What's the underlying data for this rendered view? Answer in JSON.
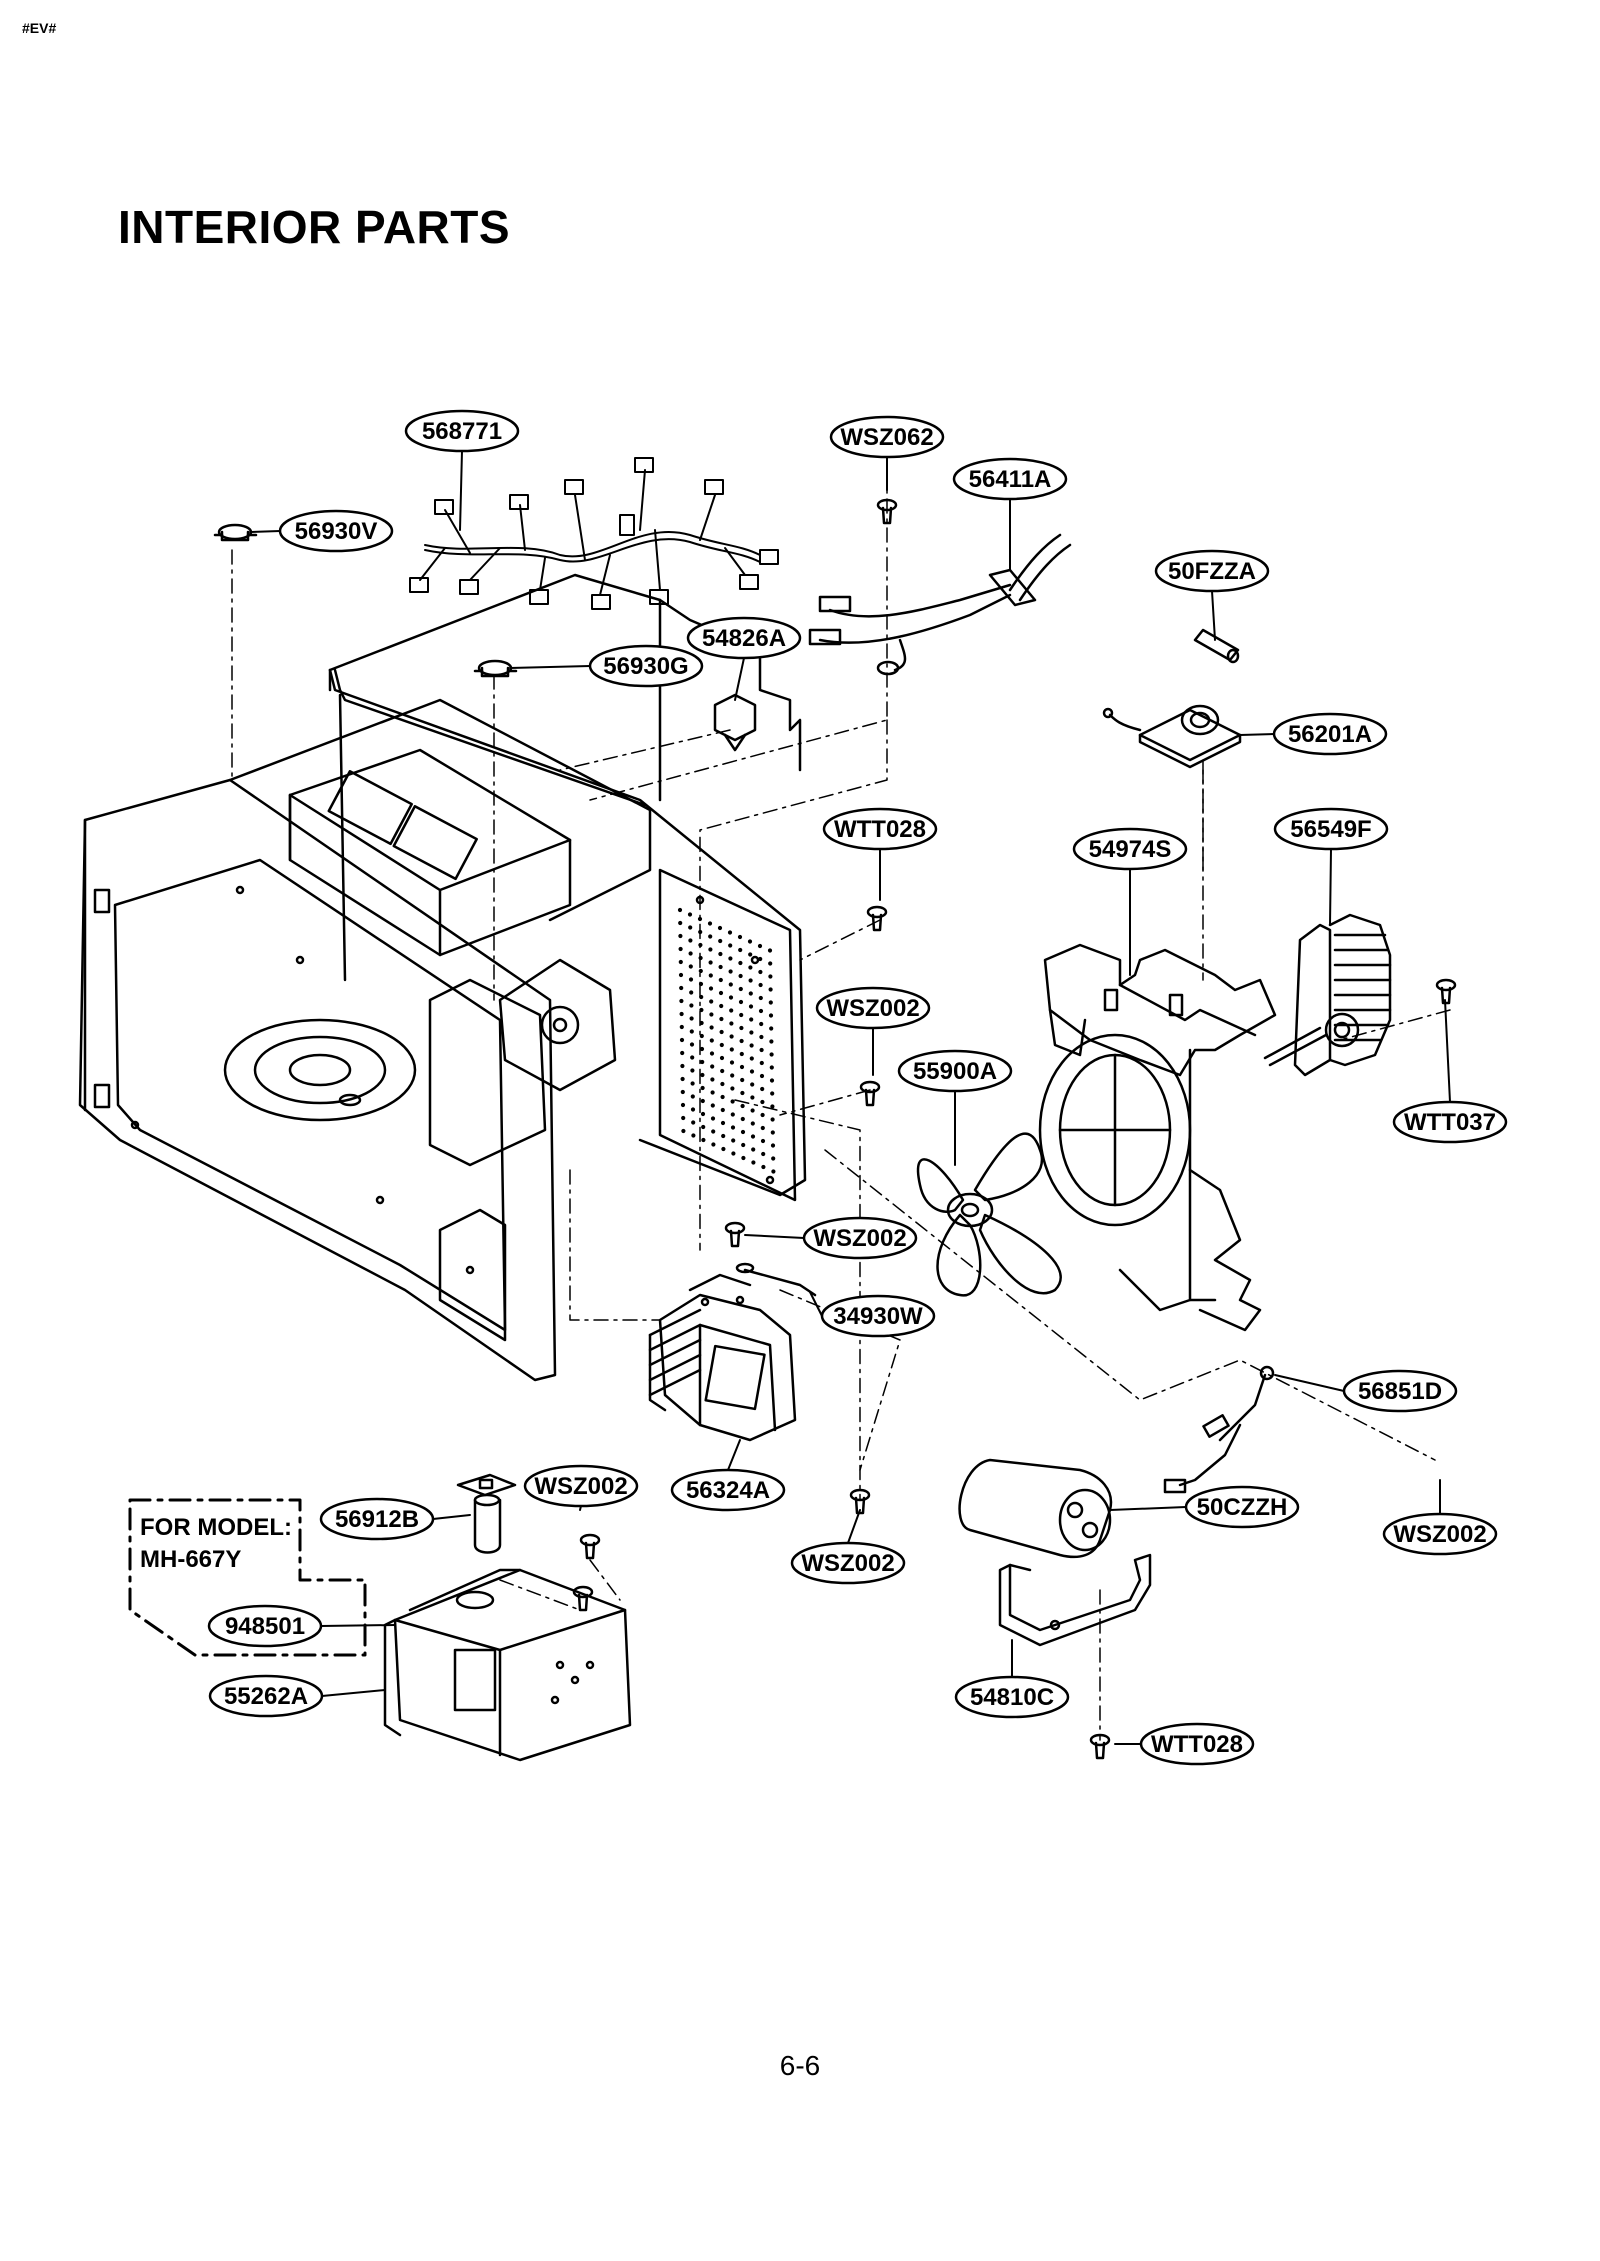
{
  "header_code": "#EV#",
  "title": "INTERIOR PARTS",
  "page_number": "6-6",
  "model_note": {
    "line1": "FOR MODEL:",
    "line2": "MH-667Y"
  },
  "labels": [
    "568771",
    "WSZ062",
    "56411A",
    "56930V",
    "50FZZA",
    "54826A",
    "56930G",
    "56201A",
    "WTT028",
    "54974S",
    "56549F",
    "WSZ002",
    "55900A",
    "WTT037",
    "WSZ002",
    "34930W",
    "56851D",
    "56324A",
    "WSZ002",
    "56912B",
    "50CZZH",
    "WSZ002",
    "WSZ002",
    "948501",
    "55262A",
    "54810C",
    "WTT028"
  ]
}
